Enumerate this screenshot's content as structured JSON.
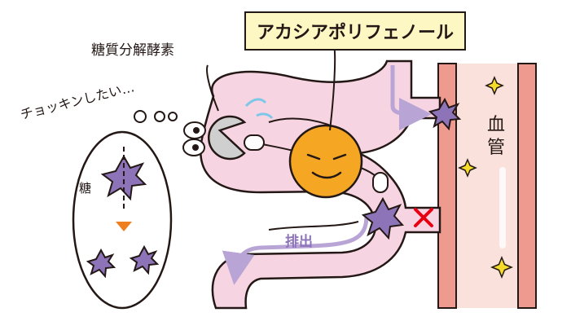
{
  "title": "アカシアポリフェノール",
  "enzyme_label": "糖質分解酵素",
  "thought_text": "チョッキンしたい…",
  "sugar_label": "糖",
  "excretion_label": "排出",
  "vessel_label": "血管",
  "colors": {
    "intestine": "#f7d4e2",
    "outline": "#231815",
    "sugar": "#8d74b8",
    "polyphenol": "#f5a623",
    "vessel_wall": "#ef9a8f",
    "vessel_inner": "#fbe1dc",
    "arrow": "#b9a4d6",
    "block_mark": "#e60012",
    "sparkle": "#f5dc2a",
    "title_bg": "#fdf7c3"
  },
  "icons": [
    "enzyme-pacman-icon",
    "polyphenol-ball-icon",
    "sugar-star-icon",
    "sparkle-icon",
    "cross-icon"
  ]
}
